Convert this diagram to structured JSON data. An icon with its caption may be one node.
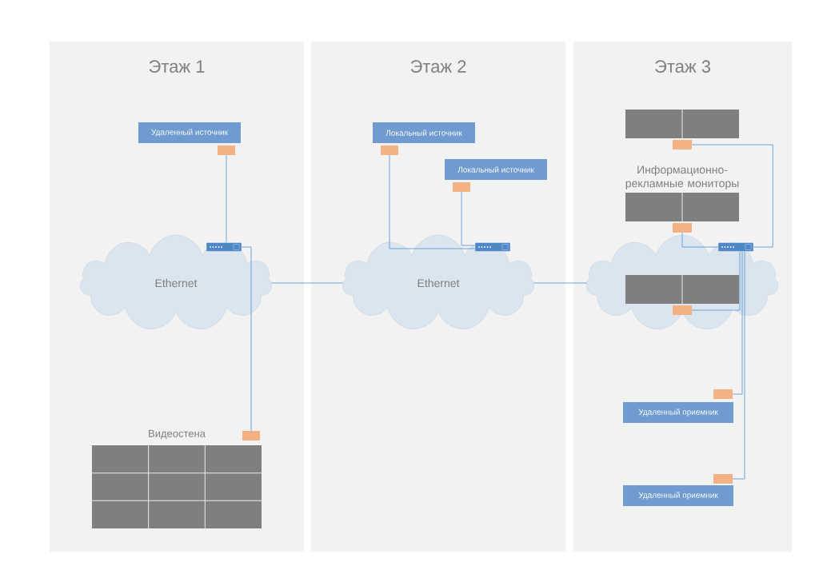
{
  "diagram": {
    "nodes": [
      {
        "text": [
          "Этаж 1"
        ]
      },
      {
        "text": [
          "Этаж 2"
        ]
      },
      {
        "text": [
          "Этаж 3"
        ]
      },
      {
        "text": [
          "Удаленный источник"
        ],
        "in": 0
      },
      {
        "text": [],
        "shape": "box",
        "in": 0
      },
      {
        "text": [
          "Ethernet"
        ],
        "in": 0
      },
      {
        "text": [],
        "shape": "box",
        "in": 5
      },
      {
        "text": [
          "Видеостена"
        ],
        "in": 0
      },
      {
        "text": [],
        "shape": "box",
        "in": 0
      },
      {
        "text": [
          "Локальный источник"
        ],
        "in": 1
      },
      {
        "text": [],
        "shape": "box",
        "in": 1
      },
      {
        "text": [
          "Локальный источник"
        ],
        "in": 1
      },
      {
        "text": [],
        "shape": "box",
        "in": 1
      },
      {
        "text": [
          "Ethernet"
        ],
        "in": 1
      },
      {
        "text": [],
        "shape": "box",
        "in": 13
      },
      {
        "text": [],
        "shape": "box",
        "in": 2
      },
      {
        "text": [],
        "shape": "box",
        "in": 2
      },
      {
        "text": [],
        "shape": "box",
        "in": 2
      },
      {
        "text": [],
        "shape": "box",
        "in": 2
      },
      {
        "text": [],
        "shape": "cloud",
        "in": 2
      },
      {
        "text": [],
        "shape": "box",
        "in": 19
      },
      {
        "text": [],
        "shape": "box",
        "in": 19
      },
      {
        "text": [],
        "shape": "box",
        "in": 19
      },
      {
        "text": [],
        "shape": "box",
        "in": 2
      },
      {
        "text": [
          "Удаленный приемник"
        ],
        "in": 2
      },
      {
        "text": [],
        "shape": "box",
        "in": 2
      },
      {
        "text": [
          "Удаленный приемник"
        ],
        "in": 2
      }
    ],
    "edges": [
      {
        "from": 4,
        "to": 6,
        "arrow": "none"
      },
      {
        "from": 6,
        "to": 8,
        "arrow": "none"
      },
      {
        "from": 5,
        "to": 13,
        "arrow": "none"
      },
      {
        "from": 10,
        "to": 14,
        "arrow": "none"
      },
      {
        "from": 12,
        "to": 14,
        "arrow": "none"
      },
      {
        "from": 13,
        "to": 19,
        "arrow": "none"
      },
      {
        "from": 16,
        "to": 20,
        "arrow": "none"
      },
      {
        "from": 18,
        "to": 20,
        "arrow": "none"
      },
      {
        "from": 22,
        "to": 20,
        "arrow": "none"
      },
      {
        "from": 23,
        "to": 20,
        "arrow": "none"
      },
      {
        "from": 25,
        "to": 20,
        "arrow": "none"
      }
    ],
    "labels": [
      "Информационно-рекламные мониторы"
    ]
  }
}
